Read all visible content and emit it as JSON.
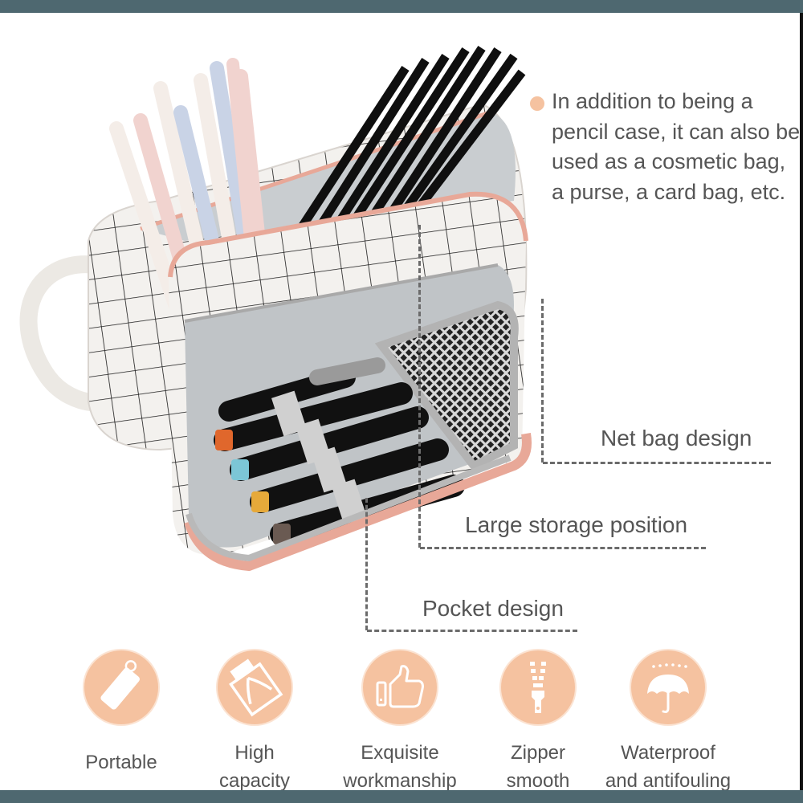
{
  "frame": {
    "border_color": "#4e6870",
    "accent_color": "#f5c2a0",
    "text_color": "#555555"
  },
  "product_photo": {
    "subject": "white grid-pattern pencil case with pink zipper trim, open, holding pens, black pencils and markers",
    "colors": {
      "case_white": "#f3f1ee",
      "grid_lines": "#1a1a1a",
      "zipper_pink": "#e8a898",
      "lining_grey": "#bfc3c6",
      "pencil_black": "#141414",
      "pen_pink": "#f1d3cf",
      "pen_blue": "#c9d3e6"
    }
  },
  "description": {
    "bullet_icon": "dot-icon",
    "text": "In addition to being a pencil case, it can also be used as a cosmetic bag, a purse, a card bag, etc."
  },
  "callouts": [
    {
      "id": "net-bag",
      "label": "Net bag design"
    },
    {
      "id": "large-storage",
      "label": "Large storage position"
    },
    {
      "id": "pocket",
      "label": "Pocket design"
    }
  ],
  "features": [
    {
      "icon": "pencil-case-icon",
      "label_line1": "Portable",
      "label_line2": ""
    },
    {
      "icon": "open-book-capacity-icon",
      "label_line1": "High",
      "label_line2": "capacity"
    },
    {
      "icon": "thumbs-up-icon",
      "label_line1": "Exquisite",
      "label_line2": "workmanship"
    },
    {
      "icon": "zipper-icon",
      "label_line1": "Zipper",
      "label_line2": "smooth"
    },
    {
      "icon": "umbrella-rain-icon",
      "label_line1": "Waterproof",
      "label_line2": "and antifouling"
    }
  ]
}
